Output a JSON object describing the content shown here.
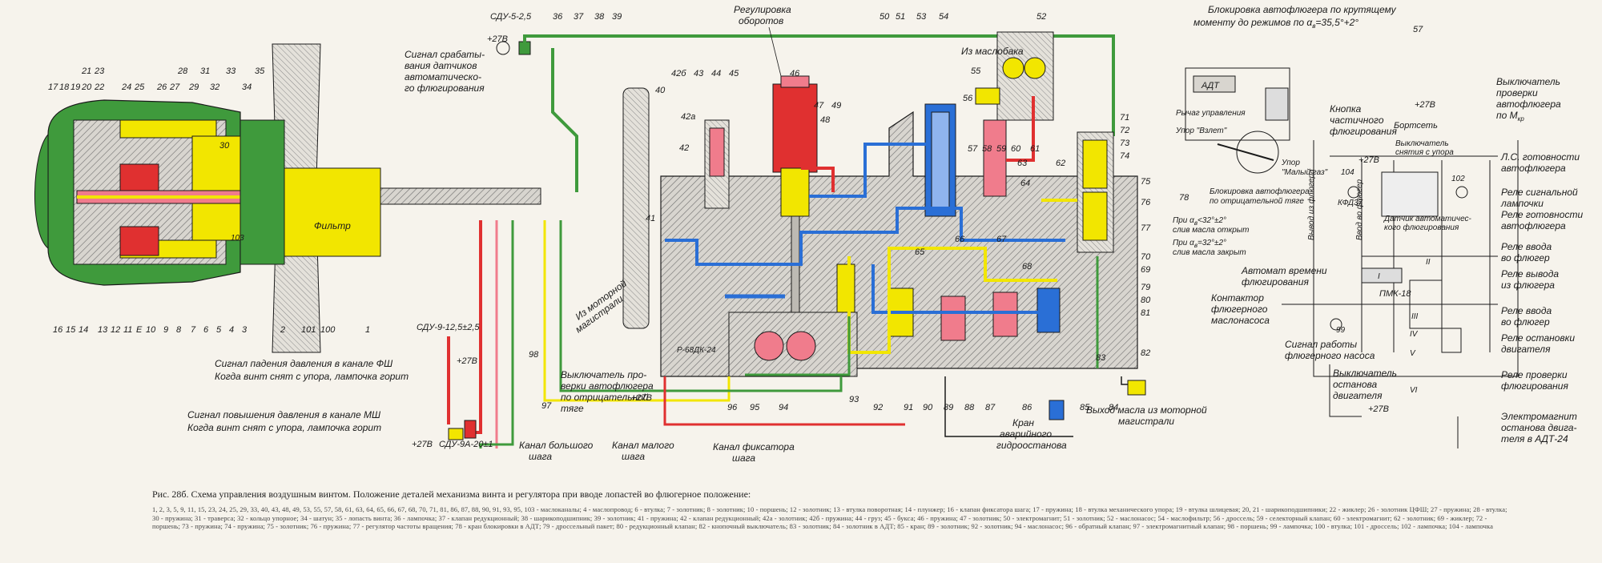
{
  "colors": {
    "green": "#3f9a3c",
    "yellow": "#f2e600",
    "red": "#e03030",
    "pink": "#f07c8c",
    "blue": "#2a6fd6",
    "hatch": "#777777",
    "line": "#1a1a1a"
  },
  "prop": {
    "nums": [
      "17",
      "18",
      "19",
      "20",
      "21",
      "23",
      "22",
      "24",
      "25",
      "26",
      "27",
      "28",
      "29",
      "31",
      "32",
      "33",
      "34",
      "35",
      "30",
      "10",
      "16",
      "15",
      "14",
      "13",
      "12",
      "11",
      "E",
      "10",
      "9",
      "8",
      "7",
      "6",
      "5",
      "4",
      "3",
      "2",
      "101",
      "100",
      "1",
      "2",
      "103"
    ],
    "filter_label": "Фильтр"
  },
  "top_labels": {
    "sdu5": "СДУ-5-2,5",
    "p27_1": "+27В",
    "nums_top": [
      "36",
      "37",
      "38",
      "39"
    ],
    "signal_sensors": [
      "Сигнал срабаты-",
      "вания датчиков",
      "автоматическо-",
      "го флюгирования"
    ],
    "reg": [
      "Регулировка",
      "оборотов"
    ],
    "nums_mid": [
      "50",
      "51",
      "53",
      "54"
    ],
    "num52": "52",
    "from_oil": "Из маслобака",
    "block_torque": [
      "Блокировка автофлюгера по крутящему",
      "моменту до режимов по α",
      "в",
      "=35,5°+2°"
    ],
    "num57": "57",
    "adt": "АДТ",
    "lever": "Рычаг управления",
    "stop_takeoff": "Упор \"Взлет\"",
    "stop_small_gas": [
      "Упор",
      "\"Малый газ\""
    ],
    "block_neg": [
      "Блокировка автофлюгера",
      "по отрицательной тяге"
    ],
    "num78": "78",
    "oil_open": [
      "При α",
      "в",
      "<32°±2°",
      "слив масла открыт"
    ],
    "oil_closed": [
      "При α",
      "в",
      "=32°±2°",
      "слив масла закрыт"
    ],
    "btn_partial": [
      "Кнопка",
      "частичного",
      "флюгирования"
    ],
    "p27_2": "+27В",
    "bortset": "Бортсеть",
    "switch_mkr": [
      "Выключатель",
      "проверки",
      "автофлюгера",
      "по М"
    ],
    "kr": "кр"
  },
  "right_labels": {
    "ls_ready": [
      "Л.С. готовности",
      "автофлюгера"
    ],
    "relay_signal": [
      "Реле сигнальной",
      "лампочки"
    ],
    "relay_ready": [
      "Реле готовности",
      "автофлюгера"
    ],
    "relay_in": [
      "Реле ввода",
      "во флюгер"
    ],
    "relay_out": [
      "Реле вывода",
      "из флюгера"
    ],
    "relay_in2": [
      "Реле ввода",
      "во флюгер"
    ],
    "relay_stop": [
      "Реле остановки",
      "двигателя"
    ],
    "relay_check": [
      "Реле проверки",
      "флюгирования"
    ],
    "electromagnet": [
      "Электромагнит",
      "останова двига-",
      "теля в АДТ-24"
    ],
    "switch_stop": [
      "Выключатель",
      "останова",
      "двигателя"
    ],
    "p27_3": "+27В",
    "pmk": "ПМК-18",
    "kfd": "КФД37",
    "n102": "102",
    "n104": "104",
    "n99": "99",
    "nI": "I",
    "nII": "II",
    "nIII": "III",
    "nIV": "IV",
    "nV": "V",
    "nVI": "VI",
    "sensor_auto": [
      "Датчик автоматичес-",
      "кого флюгирования"
    ],
    "switch_small": [
      "Выключатель",
      "снятия с упора"
    ],
    "p27_4": "+27В",
    "auto_timer": [
      "Автомат времени",
      "флюгирования"
    ],
    "contactor": [
      "Контактор",
      "флюгерного",
      "маслонасоса"
    ],
    "signal_pump": [
      "Сигнал работы",
      "флюгерного насоса"
    ],
    "vvod": "Ввод во флюгер",
    "vyvod": "Вывод из флюгера"
  },
  "regulator": {
    "nums_a": [
      "42б",
      "43",
      "44",
      "45",
      "46",
      "47",
      "48",
      "49",
      "40",
      "41",
      "42а",
      "42",
      "55",
      "56",
      "57",
      "58",
      "59",
      "60",
      "61",
      "62",
      "63",
      "64",
      "65",
      "66",
      "67",
      "68",
      "71",
      "72",
      "73",
      "74",
      "75",
      "76",
      "77",
      "70",
      "69",
      "79",
      "80",
      "81",
      "82",
      "83"
    ],
    "pump": "Р-68ДК-24",
    "bottom_nums": [
      "96",
      "95",
      "94",
      "93",
      "92",
      "91",
      "90",
      "89",
      "88",
      "87",
      "86",
      "85",
      "84"
    ]
  },
  "bottom_labels": {
    "sdu9": "СДУ-9-12,5±2,5",
    "p27_5": "+27В",
    "signal_fsh": [
      "Сигнал падения давления в канале ФШ",
      "Когда винт снят с упора, лампочка горит"
    ],
    "signal_msh": [
      "Сигнал повышения давления в канале МШ",
      "Когда винт снят с упора, лампочка горит"
    ],
    "sdu9a": "СДУ-9А-20±1",
    "p27_6": "+27В",
    "p27_7": "+27В",
    "from_motor": [
      "Из моторной",
      "магистрали"
    ],
    "n98": "98",
    "n97": "97",
    "switch_neg": [
      "Выключатель про-",
      "верки автофлюгера",
      "по отрицательной",
      "тяге"
    ],
    "channel_big": [
      "Канал большого",
      "шага"
    ],
    "channel_small": [
      "Канал малого",
      "шага"
    ],
    "channel_fix": [
      "Канал фиксатора",
      "шага"
    ],
    "crane": [
      "Кран",
      "аварийного",
      "гидроостанова"
    ],
    "oil_exit": [
      "Выход масла из моторной",
      "магистрали"
    ]
  },
  "caption": {
    "title": "Рис. 28б. Схема управления воздушным винтом. Положение деталей механизма винта и регулятора при вводе лопастей во флюгерное положение:",
    "body": "1, 2, 3, 5, 9, 11, 15, 23, 24, 25, 29, 33, 40, 43, 48, 49, 53, 55, 57, 58, 61, 63, 64, 65, 66, 67, 68, 70, 71, 81, 86, 87, 88, 90, 91, 93, 95, 103 - маслоканалы; 4 - маслопровод; 6 - втулка; 7 - золотник; 8 - золотник; 10 - поршень; 12 - золотник; 13 - втулка поворотная; 14 - плунжер; 16 - клапан фиксатора шага; 17 - пружина; 18 - втулка механического упора; 19 - втулка шлицевая; 20, 21 - шарикоподшипники; 22 - жиклер; 26 - золотник ЦФШ; 27 - пружина; 28 - втулка; 30 - пружина; 31 - траверса; 32 - кольцо упорное; 34 - шатун; 35 - лопасть винта; 36 - лампочка; 37 - клапан редукционный; 38 - шарикоподшипник; 39 - золотник; 41 - пружина; 42 - клапан редукционный; 42а - золотник; 42б - пружина; 44 - груз; 45 - букса; 46 - пружина; 47 - золотник; 50 - электромагнит; 51 - золотник; 52 - маслонасос; 54 - маслофильтр; 56 - дроссель; 59 - селекторный клапан; 60 - электромагнит; 62 - золотник; 69 - жиклер; 72 - поршень; 73 - пружина; 74 - пружина; 75 - золотник; 76 - пружина; 77 - регулятор частоты вращения; 78 - кран блокировки в АДТ; 79 - дроссельный пакет; 80 - редукционный клапан; 82 - кнопочный выключатель; 83 - золотник; 84 - золотник в АДТ; 85 - кран; 89 - золотник; 92 - золотник; 94 - маслонасос; 96 - обратный клапан; 97 - электромагнитный клапан; 98 - поршень; 99 - лампочка; 100 - втулка; 101 - дроссель; 102 - лампочка; 104 - лампочка"
  }
}
